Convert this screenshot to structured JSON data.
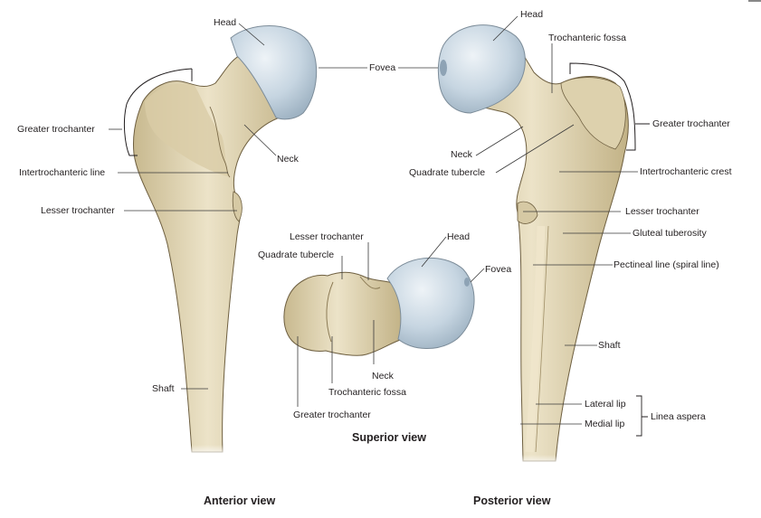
{
  "figure": {
    "type": "anatomical-illustration",
    "subject": "Femur (proximal and shaft)",
    "colors": {
      "bone": "#e2d6b6",
      "bone_shadow": "#b9a97f",
      "bone_outline": "#6e5f40",
      "cartilage": "#c9d8e4",
      "cartilage_outline": "#7c8c99",
      "leader_line": "#3a3a3a",
      "text": "#231f20",
      "background": "#ffffff"
    }
  },
  "anterior": {
    "caption": "Anterior view",
    "labels": {
      "head": "Head",
      "greater_trochanter": "Greater trochanter",
      "intertrochanteric_line": "Intertrochanteric line",
      "lesser_trochanter": "Lesser trochanter",
      "neck": "Neck",
      "shaft": "Shaft"
    }
  },
  "shared": {
    "fovea": "Fovea"
  },
  "posterior": {
    "caption": "Posterior view",
    "labels": {
      "head": "Head",
      "trochanteric_fossa": "Trochanteric fossa",
      "greater_trochanter": "Greater trochanter",
      "neck": "Neck",
      "quadrate_tubercle": "Quadrate tubercle",
      "intertrochanteric_crest": "Intertrochanteric crest",
      "lesser_trochanter": "Lesser trochanter",
      "gluteal_tuberosity": "Gluteal tuberosity",
      "pectineal_line": "Pectineal line (spiral line)",
      "shaft": "Shaft",
      "lateral_lip": "Lateral lip",
      "medial_lip": "Medial lip",
      "linea_aspera": "Linea aspera"
    }
  },
  "superior": {
    "caption": "Superior view",
    "labels": {
      "lesser_trochanter": "Lesser trochanter",
      "quadrate_tubercle": "Quadrate tubercle",
      "head": "Head",
      "fovea": "Fovea",
      "neck": "Neck",
      "trochanteric_fossa": "Trochanteric fossa",
      "greater_trochanter": "Greater trochanter"
    }
  }
}
